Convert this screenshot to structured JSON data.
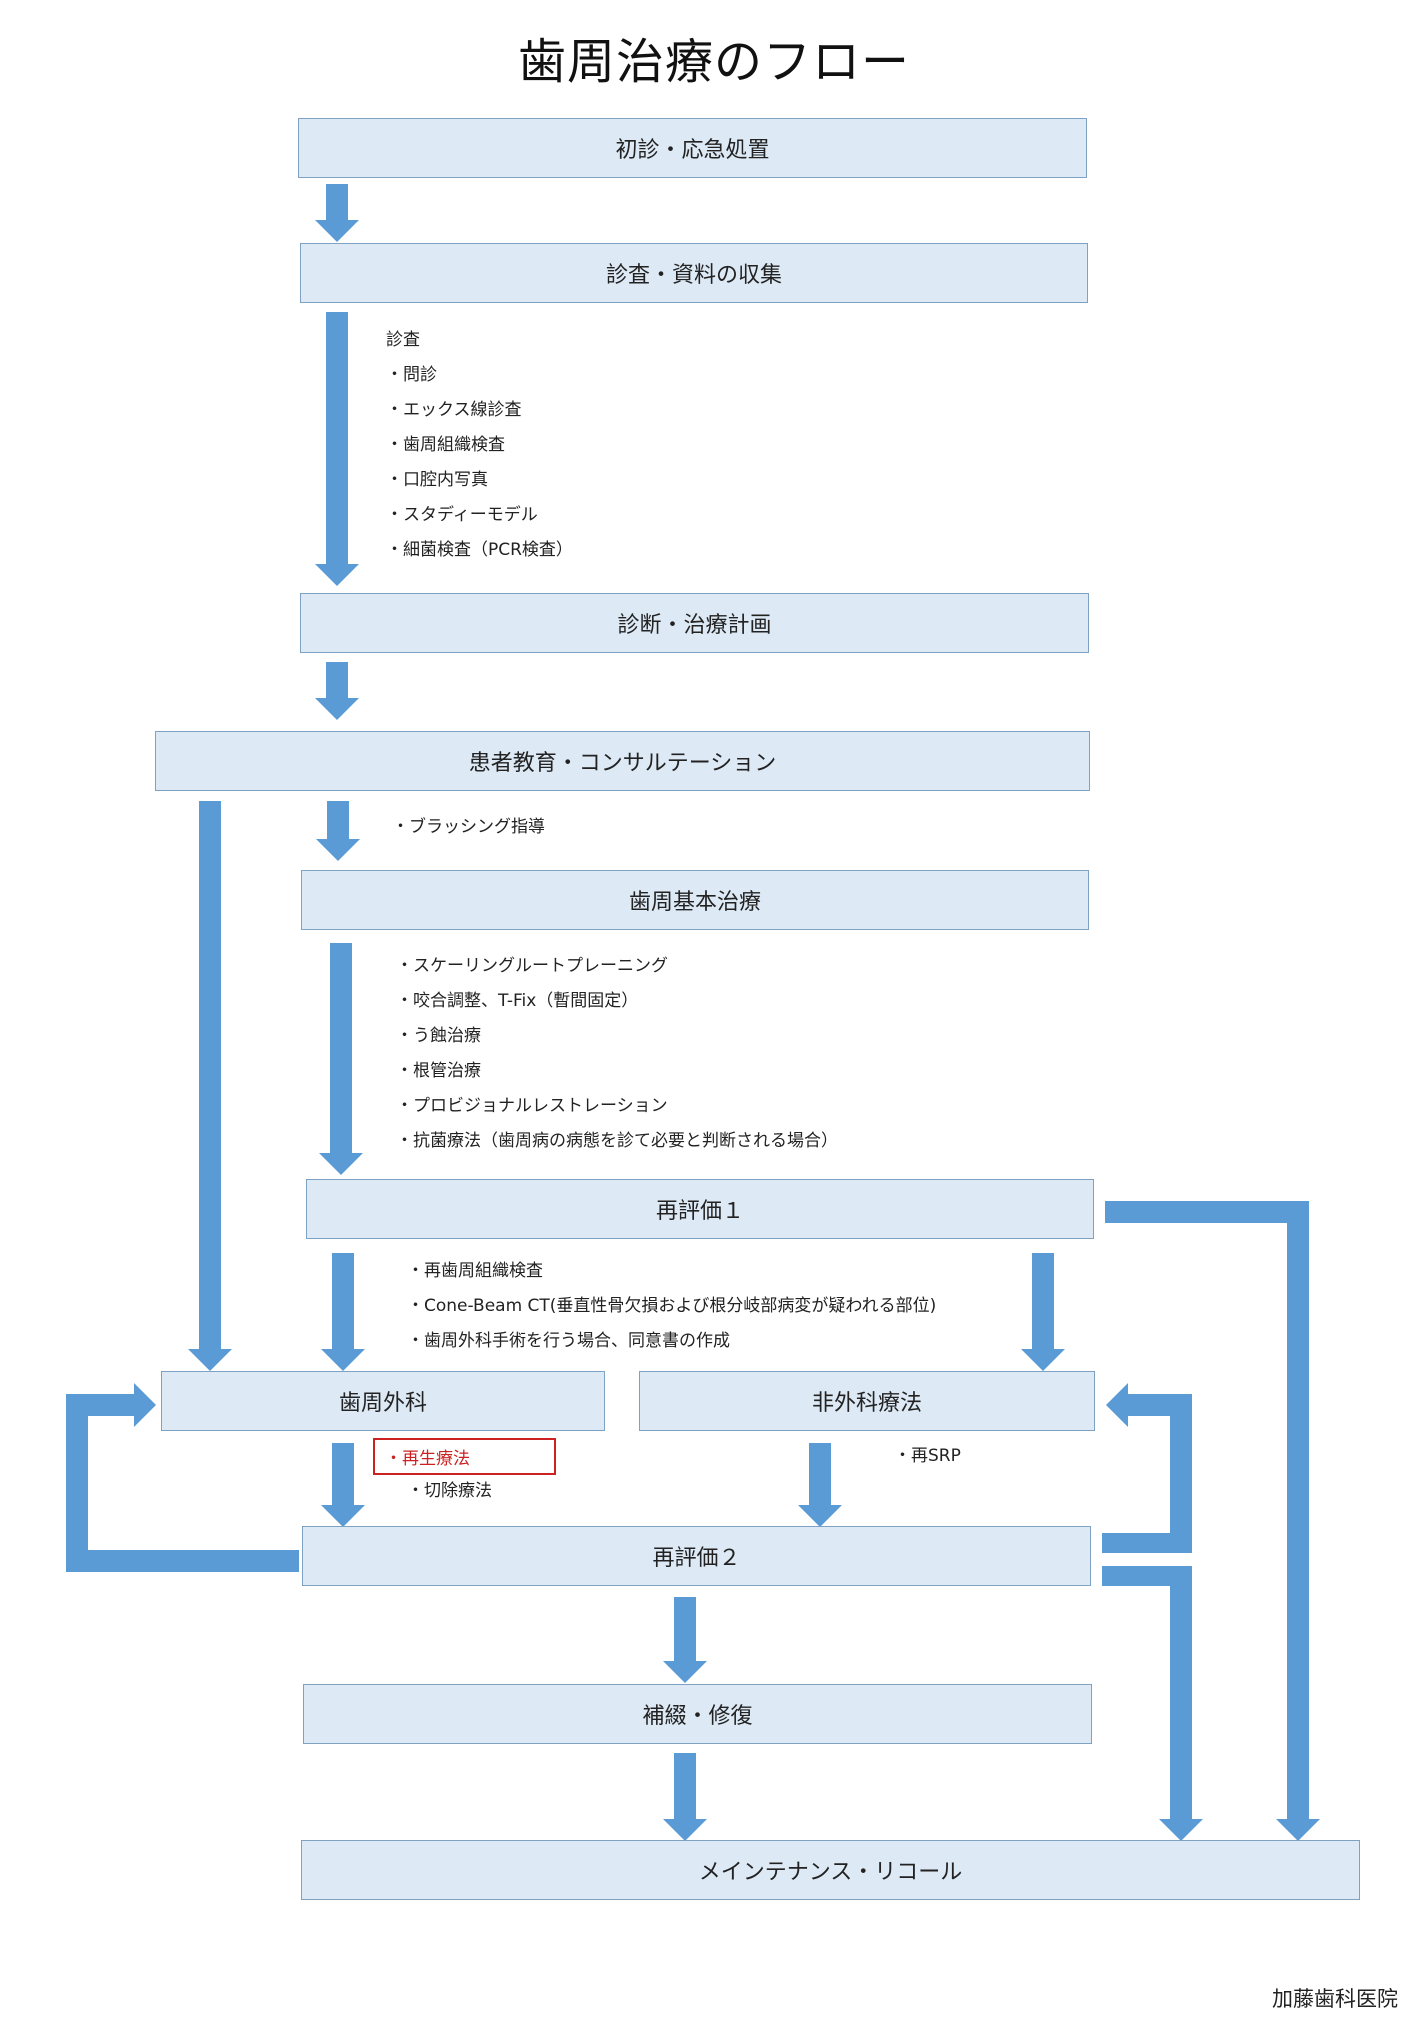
{
  "title": "歯周治療のフロー",
  "boxes": {
    "shoshin": "初診・応急処置",
    "shinsa": "診査・資料の収集",
    "shindan": "診断・治療計画",
    "kyoiku": "患者教育・コンサルテーション",
    "kihon": "歯周基本治療",
    "saihyoka1": "再評価１",
    "geka": "歯周外科",
    "higeka": "非外科療法",
    "saihyoka2": "再評価２",
    "hotetsu": "補綴・修復",
    "maintenance": "メインテナンス・リコール"
  },
  "notes": {
    "shinsa_items": [
      "診査",
      "・問診",
      "・エックス線診査",
      "・歯周組織検査",
      "・口腔内写真",
      "・スタディーモデル",
      "・細菌検査（PCR検査）"
    ],
    "kyoiku_items": [
      "・ブラッシング指導"
    ],
    "kihon_items": [
      "・スケーリングルートプレーニング",
      "・咬合調整、T-Fix（暫間固定）",
      "・う蝕治療",
      "・根管治療",
      "・プロビジョナルレストレーション",
      "・抗菌療法（歯周病の病態を診て必要と判断される場合）"
    ],
    "saihyoka1_items": [
      "・再歯周組織検査",
      "・Cone-Beam CT(垂直性骨欠損および根分岐部病変が疑われる部位)",
      "・歯周外科手術を行う場合、同意書の作成"
    ],
    "geka_highlight": "・再生療法",
    "geka_items": [
      "・切除療法"
    ],
    "higeka_items": [
      "・再SRP"
    ]
  },
  "footer": "加藤歯科医院",
  "colors": {
    "box_fill": "#dde9f5",
    "box_border": "#7fa2c4",
    "arrow": "#5b9bd5",
    "highlight": "#cc2222"
  }
}
